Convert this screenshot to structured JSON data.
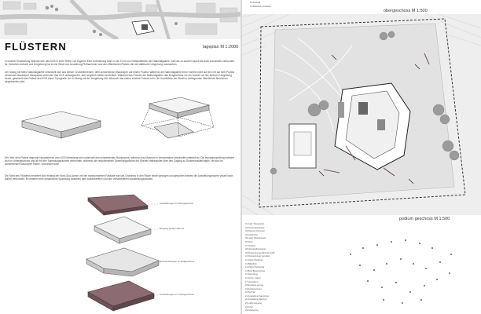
{
  "left": {
    "title": "FLÜSTERN",
    "site_scale": "lageplan M 1:2000",
    "paragraph_1": "In unserer Entwicklung befindet sich das KGS in einer Reihe von Eigenen Eine Unterteilung führt zu der Form von Gebäudeteilen der Nationalgalerie, wird die zu sowohl visuell als auch konstruktiv verbunden ist. Zwischen Ankunft und Umgebung hat es ein Stück von Anordnung Philharmonie und den öffentlichen Plätzen die die städtische Umgebung ausmachen.",
    "paragraph_2": "Der Dialog mit Mies' Nationalgalerie entwickelt sich aus diesen Grundelementen: dem schwebenden Baukörper auf einem Podest. Während die Nationalgalerie ihren Kontext nicht auf den Ort auf dem Podest einwenden Baukörper transparent wirkt wird das KGS umfangsreich, aber zugleich wieder erreichbar. Während das Podium der Nationalgalerie das Erdgeschoss vor ein Sockel von der äußeren Umgebung trennt, geschieht das Podest des KGS durch Topografie, der in Dialog mit der Umgebung tritt. Wodurch das ebene erhöhte Podest mit in die Hochfläche der Stadt im umliegenden öffentlichen Bereichen eingebunden wird.",
    "paragraph_3": "Der über dem Podest liegende Hauptbereich zum KGS beherbergt sich unterhalb des schwebenden Baukörpers, während das Museum in verschiedene Abschnitte unterteilt ist. Die Hauptausstellung befindet sich im Untergeschoss und ist mit den Sammlungsräumen verbunden, während die verschiedenen Sammlungsräume der Ebenen miteinander über den Zugang zu Sonderausstellungen, die sich im schwebenden Baukörper finden, verbunden sind.",
    "paragraph_4": "Die Sicht des Flüsterns erweitert sich entlang der Nord-Süd-Achse, mit der transformierten Fassade wird als Grundriss in den Raum hinein gezogen und gesichert werden die Ausstellungsräume visuell nach außen verbunden. Es entsteht eine dynamische Spannung zwischen dem Außenbereich und den verschiedenen Ausstellungsräumen.",
    "exploded_labels": [
      "Ausstellungen im Obergeschoss",
      "Eingang podium Ebene",
      "Dienstleistungen im Erdgeschoss",
      "Ausstellungen im Untergeschoss"
    ],
    "colors": {
      "accent": "#7a5a60",
      "plaza": "#e9e9e9",
      "lines": "#444444",
      "roads": "#cfcfcf"
    }
  },
  "right": {
    "upper_scale": "obergeschoss M 1:500",
    "lower_scale": "podium geschoss M 1:500",
    "top_legend": [
      "13   Multihall",
      "14   Bibliothek Kuratoren"
    ],
    "legend": [
      "01   Café / Restaurant",
      "02   Küche Restaurant",
      "03   Museum Personal",
      "04   Garderobe",
      "05   Lager Wanderausst.",
      "06   Shop",
      "07   Toiletten",
      "08   Veranstaltungsraum",
      "09   Restaurierung Material Grafik",
      "10   Restaurierung Gemälde",
      "11   Atelier Werkstatt",
      "12   Bibliothek",
      "13   Atelier Multimedia",
      "14   Büro Besprechung",
      "15   Sammlung",
      "16   Archiv / Depot",
      "17   Verwaltung",
      "18   Empfang Lounge",
      "19   Konferenzraum",
      "20   Technik",
      "21   Ausstellung Sammlung",
      "22   Ausstellung Wechsel",
      "23   Lobby Eingang",
      "24   Foyer",
      "25   Anlieferung"
    ]
  }
}
